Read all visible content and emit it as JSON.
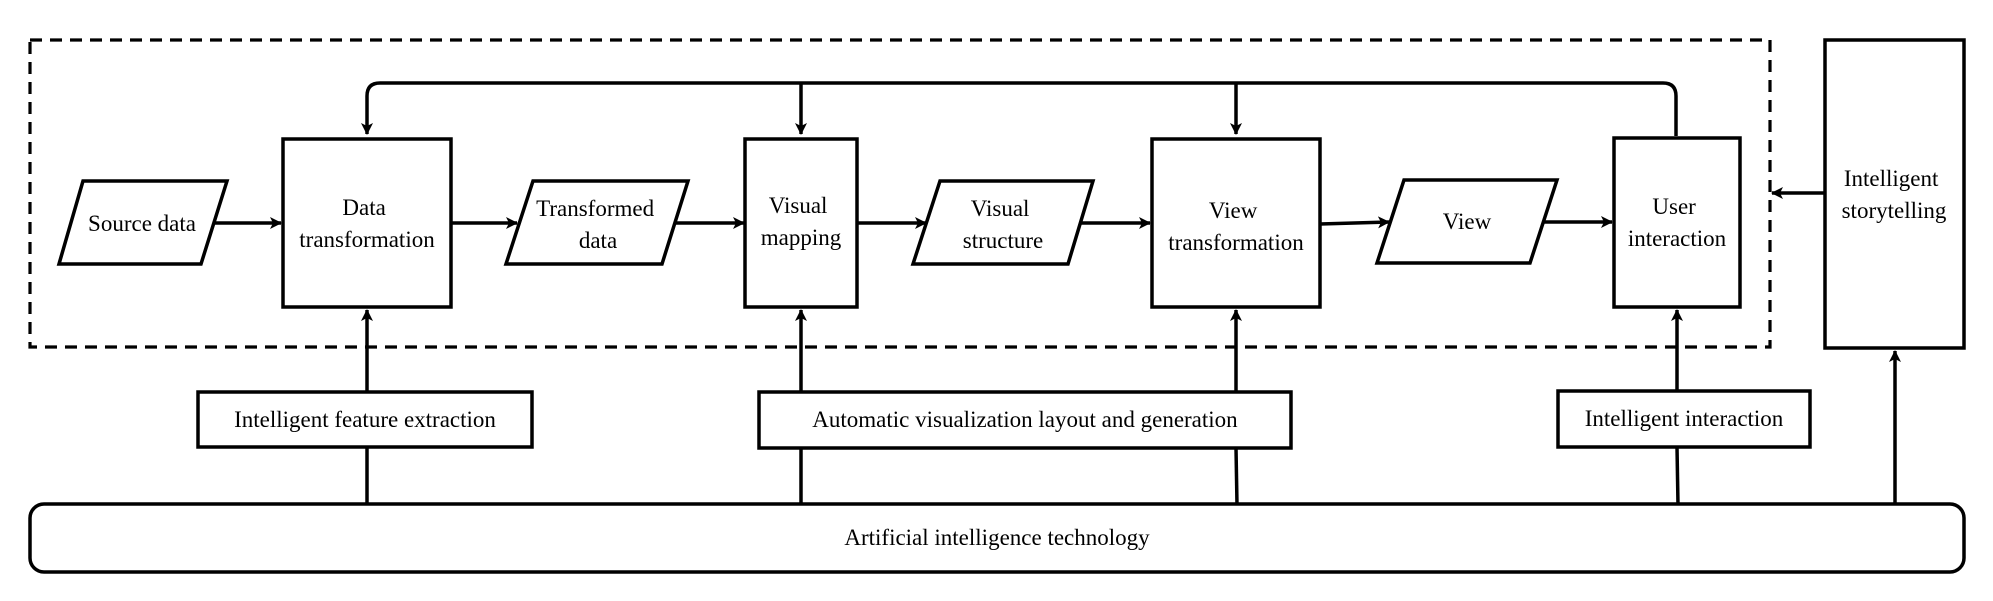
{
  "nodes": {
    "source_data": {
      "lines": [
        "Source data"
      ]
    },
    "data_transformation": {
      "lines": [
        "Data",
        "transformation"
      ]
    },
    "transformed_data": {
      "lines": [
        "Transformed",
        "data"
      ]
    },
    "visual_mapping": {
      "lines": [
        "Visual",
        "mapping"
      ]
    },
    "visual_structure": {
      "lines": [
        "Visual",
        "structure"
      ]
    },
    "view_transformation": {
      "lines": [
        "View",
        "transformation"
      ]
    },
    "view": {
      "lines": [
        "View"
      ]
    },
    "user_interaction": {
      "lines": [
        "User",
        "interaction"
      ]
    },
    "intelligent_storytelling": {
      "lines": [
        "Intelligent",
        "storytelling"
      ]
    },
    "intelligent_feature_extraction": {
      "lines": [
        "Intelligent feature extraction"
      ]
    },
    "automatic_visualization_layout": {
      "lines": [
        "Automatic visualization layout and generation"
      ]
    },
    "intelligent_interaction": {
      "lines": [
        "Intelligent interaction"
      ]
    },
    "ai_technology": {
      "lines": [
        "Artificial intelligence technology"
      ]
    }
  }
}
